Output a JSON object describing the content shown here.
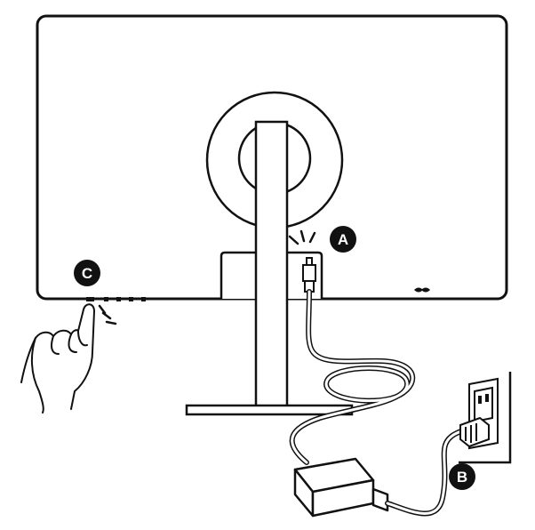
{
  "callouts": {
    "a": {
      "label": "A"
    },
    "b": {
      "label": "B"
    },
    "c": {
      "label": "C"
    }
  },
  "colors": {
    "line": "#111111",
    "fill": "#ffffff",
    "badge": "#111111",
    "panel": "#f2f2f2"
  },
  "icons": [
    "monitor-back",
    "stand",
    "power-adapter",
    "wall-outlet",
    "plug",
    "hand-pressing-button",
    "control-buttons",
    "logo-mark"
  ]
}
